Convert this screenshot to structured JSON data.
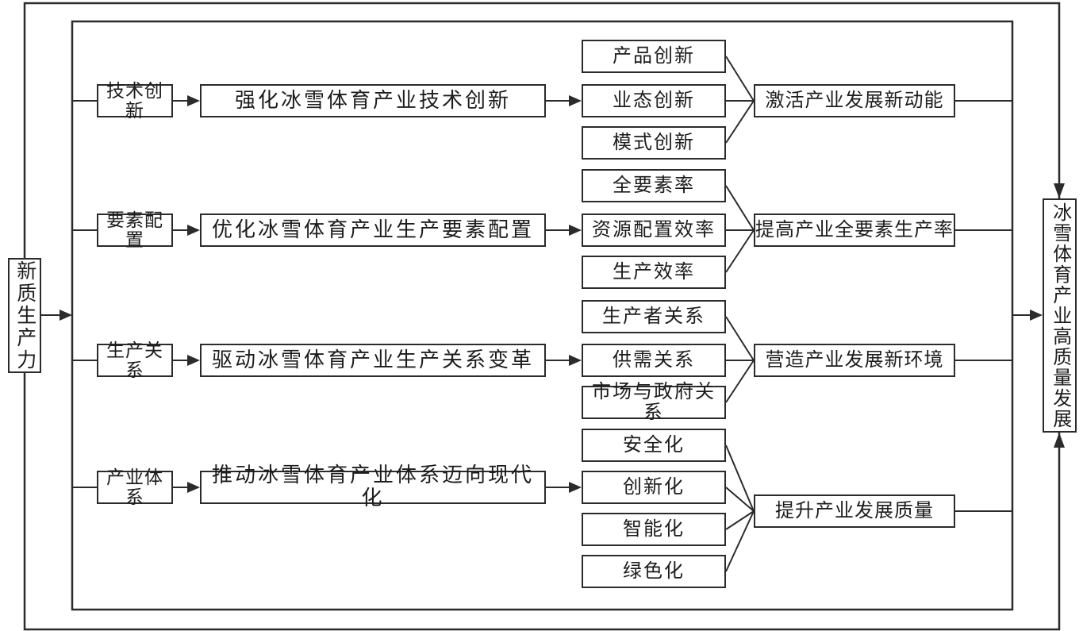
{
  "diagram": {
    "left_node": "新质生产力",
    "right_node": "冰雪体育产业高质量发展",
    "rows": [
      {
        "category": "技术创新",
        "action": "强化冰雪体育产业技术创新",
        "items": [
          "产品创新",
          "业态创新",
          "模式创新"
        ],
        "outcome": "激活产业发展新动能"
      },
      {
        "category": "要素配置",
        "action": "优化冰雪体育产业生产要素配置",
        "items": [
          "全要素率",
          "资源配置效率",
          "生产效率"
        ],
        "outcome": "提高产业全要素生产率"
      },
      {
        "category": "生产关系",
        "action": "驱动冰雪体育产业生产关系变革",
        "items": [
          "生产者关系",
          "供需关系",
          "市场与政府关系"
        ],
        "outcome": "营造产业发展新环境"
      },
      {
        "category": "产业体系",
        "action": "推动冰雪体育产业体系迈向现代化",
        "items": [
          "安全化",
          "创新化",
          "智能化",
          "绿色化"
        ],
        "outcome": "提升产业发展质量"
      }
    ],
    "colors": {
      "line": "#2b2b2b",
      "background": "#ffffff",
      "box_background": "#ffffff",
      "text": "#1c1c1c"
    }
  }
}
